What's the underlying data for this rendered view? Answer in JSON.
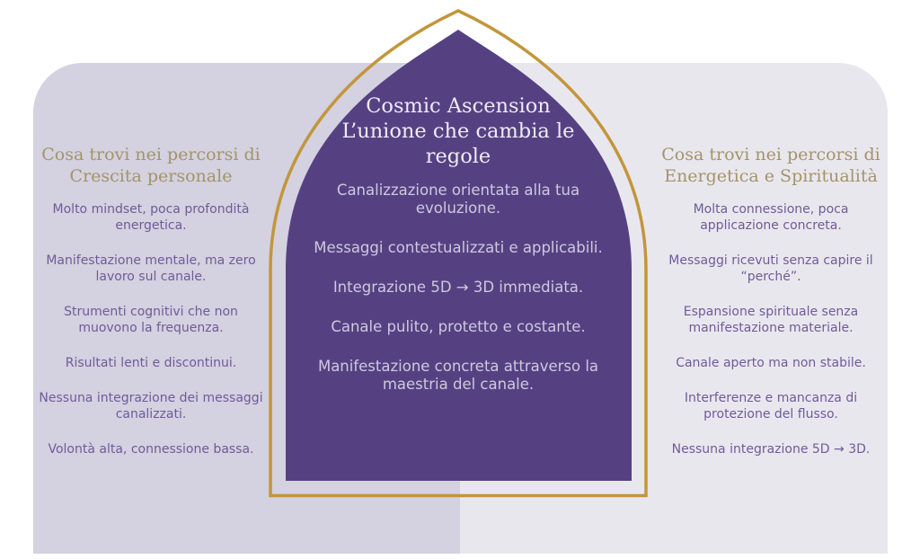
{
  "colors": {
    "page_bg": "#ffffff",
    "left_panel_bg": "#d4d1e0",
    "right_panel_bg": "#e9e7ee",
    "arch_fill": "#554182",
    "arch_outline": "#c2963b",
    "side_heading_text": "#a39469",
    "side_body_text": "#6e5c99",
    "center_title_text": "#efeaf6",
    "center_body_text": "#cfc8df"
  },
  "left_panel": {
    "heading": "Cosa trovi nei percorsi di\nCrescita personale",
    "items": [
      "Molto mindset, poca profondità energetica.",
      "Manifestazione mentale, ma zero lavoro sul canale.",
      "Strumenti cognitivi che non muovono la frequenza.",
      "Risultati lenti e discontinui.",
      "Nessuna integrazione dei messaggi canalizzati.",
      "Volontà alta, connessione bassa."
    ]
  },
  "center_arch": {
    "title": "Cosmic Ascension\nL’unione che cambia le\nregole",
    "items": [
      "Canalizzazione orientata alla tua evoluzione.",
      "Messaggi contestualizzati e applicabili.",
      "Integrazione 5D → 3D immediata.",
      "Canale pulito, protetto e costante.",
      "Manifestazione concreta attraverso la maestria del canale."
    ]
  },
  "right_panel": {
    "heading": "Cosa trovi nei percorsi di\nEnergetica e Spiritualità",
    "items": [
      "Molta connessione, poca applicazione concreta.",
      "Messaggi ricevuti senza capire il “perché”.",
      "Espansione spirituale senza manifestazione materiale.",
      "Canale aperto ma non stabile.",
      "Interferenze e mancanza di protezione del flusso.",
      "Nessuna integrazione 5D → 3D."
    ]
  }
}
